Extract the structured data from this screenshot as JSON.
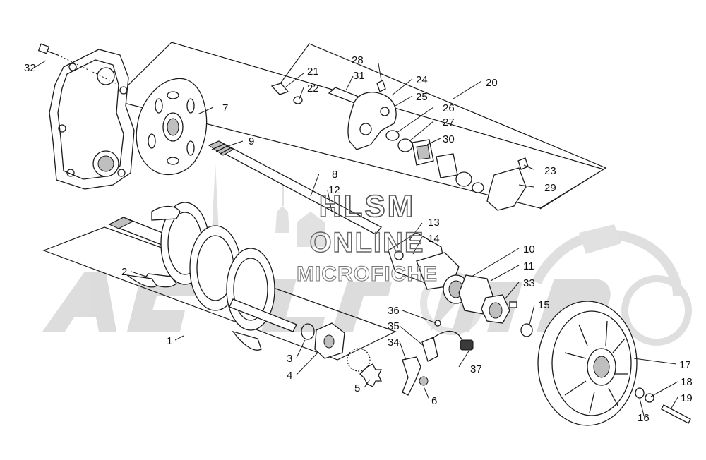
{
  "watermark": {
    "line1": "HLSM",
    "line2": "ONLINE",
    "line3": "MICROFICHE",
    "brand_color": "#d9d9d9"
  },
  "callouts": [
    "1",
    "2",
    "3",
    "4",
    "5",
    "6",
    "7",
    "8",
    "9",
    "10",
    "11",
    "12",
    "13",
    "14",
    "15",
    "16",
    "17",
    "18",
    "19",
    "20",
    "21",
    "22",
    "23",
    "24",
    "25",
    "26",
    "27",
    "28",
    "29",
    "30",
    "31",
    "32",
    "33",
    "34",
    "35",
    "36",
    "37"
  ],
  "colors": {
    "ink": "#1a1a1a",
    "watermark": "#d9d9d9",
    "background": "#ffffff"
  }
}
